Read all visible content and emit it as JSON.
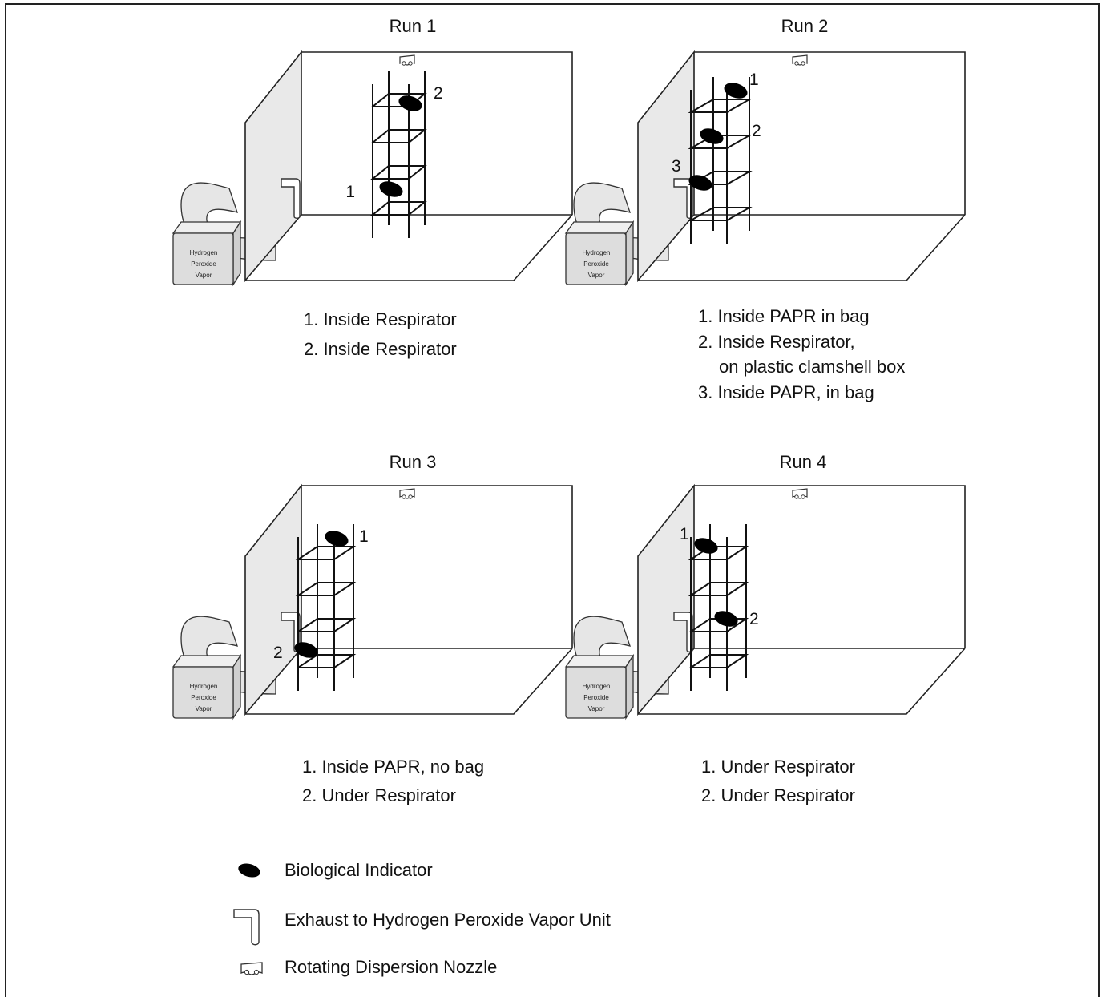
{
  "runs": [
    {
      "title": "Run 1",
      "indicator_labels": [
        "1",
        "2"
      ],
      "captions": [
        "1. Inside Respirator",
        "2. Inside Respirator"
      ]
    },
    {
      "title": "Run 2",
      "indicator_labels": [
        "1",
        "2",
        "3"
      ],
      "captions": [
        "1. Inside PAPR in bag",
        "2. Inside Respirator,",
        "on plastic clamshell box",
        "3. Inside PAPR, in bag"
      ]
    },
    {
      "title": "Run 3",
      "indicator_labels": [
        "1",
        "2"
      ],
      "captions": [
        "1. Inside PAPR, no bag",
        "2. Under Respirator"
      ]
    },
    {
      "title": "Run 4",
      "indicator_labels": [
        "1",
        "2"
      ],
      "captions": [
        "1. Under Respirator",
        "2. Under Respirator"
      ]
    }
  ],
  "vapor_unit_label": [
    "Hydrogen",
    "Peroxide",
    "Vapor"
  ],
  "legend": [
    {
      "icon": "biological-indicator-icon",
      "label": "Biological Indicator"
    },
    {
      "icon": "exhaust-icon",
      "label": "Exhaust to Hydrogen Peroxide Vapor Unit"
    },
    {
      "icon": "nozzle-icon",
      "label": "Rotating Dispersion Nozzle"
    }
  ],
  "colors": {
    "wall": "#e9e9e9",
    "unit": "#dddddd",
    "line": "#111111",
    "indicator": "#000000"
  }
}
